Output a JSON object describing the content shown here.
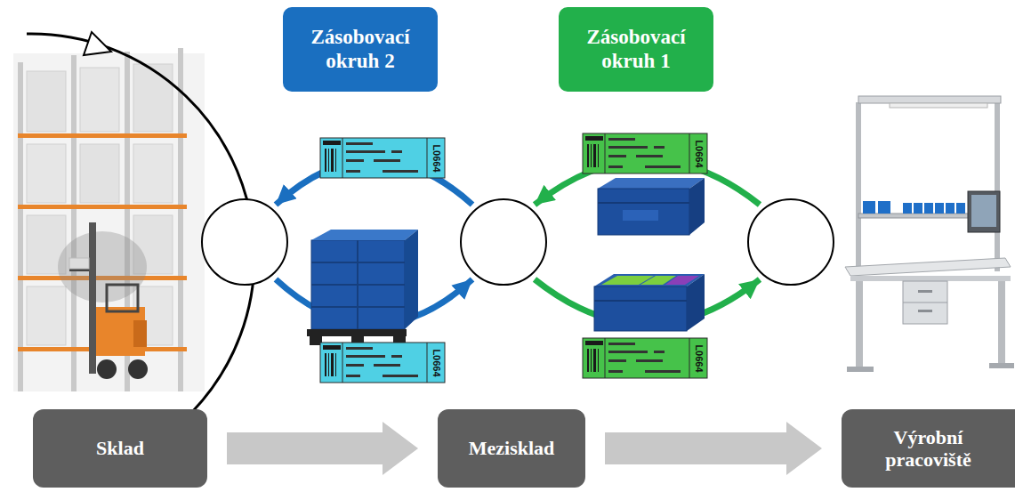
{
  "diagram": {
    "nodes": [
      {
        "text": [
          "Zásobovací okruh 2"
        ]
      },
      {
        "text": [
          "Zásobovací okruh 1"
        ]
      },
      {
        "text": [
          "Sklad"
        ]
      },
      {
        "text": [
          "Mezisklad"
        ]
      },
      {
        "text": [
          "Výrobní pracoviště"
        ]
      }
    ],
    "edges": [
      {
        "from": 2,
        "to": 3,
        "arrow": "to"
      },
      {
        "from": 3,
        "to": 4,
        "arrow": "to"
      }
    ],
    "labels": [
      "L0664",
      "L0664",
      "L0664",
      "L0664"
    ]
  }
}
